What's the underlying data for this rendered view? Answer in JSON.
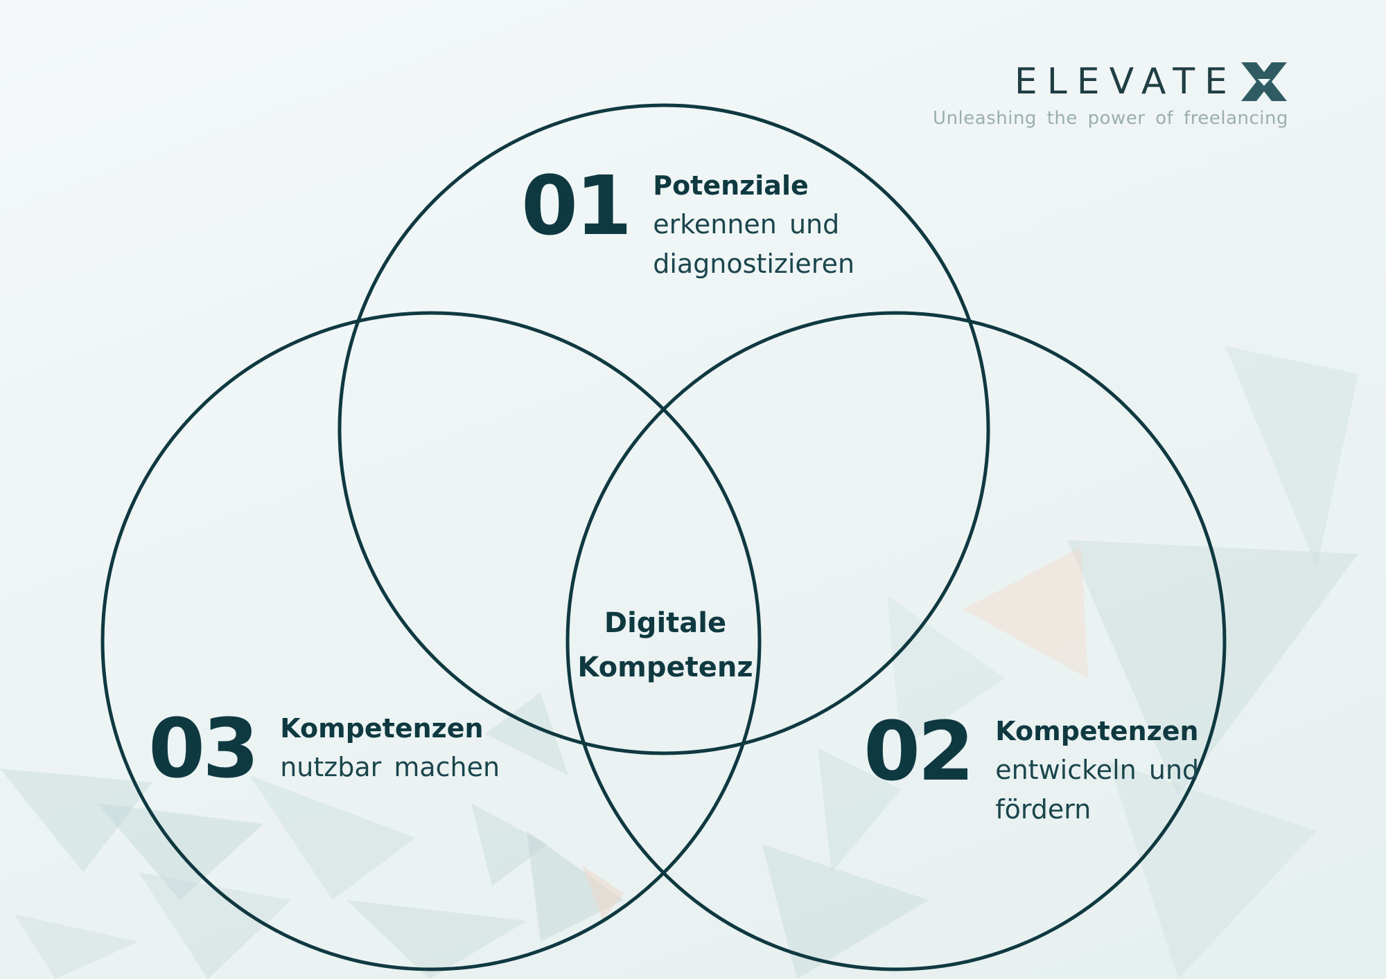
{
  "brand": {
    "name": "ELEVATE",
    "mark": "X",
    "tagline": "Unleashing the power of freelancing",
    "colors": {
      "primary": "#0f3940",
      "mark_light": "#2f5c63",
      "tagline": "#9aaeb0"
    }
  },
  "diagram": {
    "type": "venn-3",
    "stroke_color": "#0f3940",
    "center": {
      "line1": "Digitale",
      "line2": "Kompetenz"
    },
    "items": [
      {
        "number": "01",
        "title": "Potenziale",
        "line2": "erkennen und",
        "line3": "diagnostizieren"
      },
      {
        "number": "02",
        "title": "Kompetenzen",
        "line2": "entwickeln und",
        "line3": "fördern"
      },
      {
        "number": "03",
        "title": "Kompetenzen",
        "line2": "nutzbar machen"
      }
    ]
  }
}
